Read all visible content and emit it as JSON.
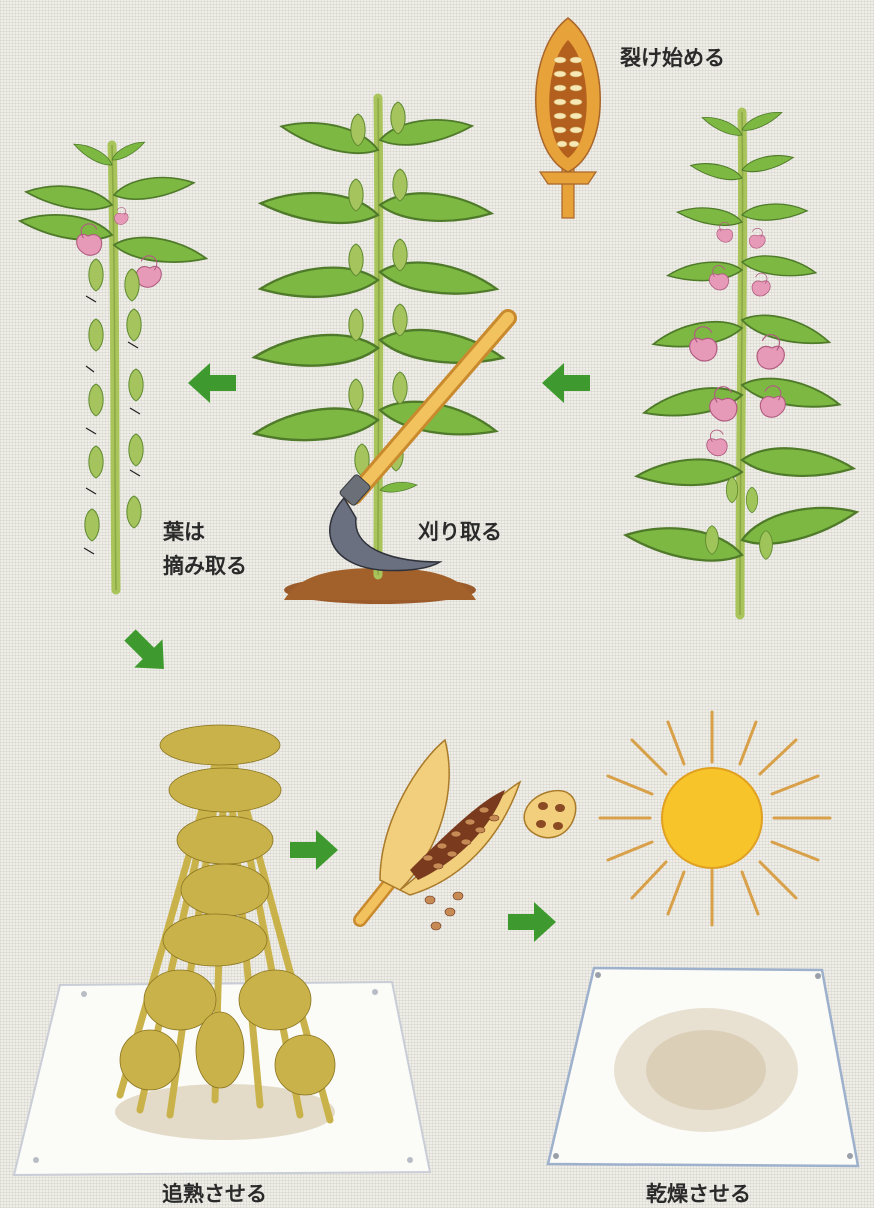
{
  "labels": {
    "pod_splitting": "裂け始める",
    "harvest": "刈り取る",
    "leaves_line1": "葉は",
    "leaves_line2": "摘み取る",
    "after_ripening": "追熟させる",
    "drying": "乾燥させる"
  },
  "colors": {
    "arrow": "#3e9a2e",
    "leaf": "#7db843",
    "stem": "#a8c45a",
    "flower": "#e79ab8",
    "pod_orange": "#e8a23a",
    "sun": "#f7c52a",
    "dry_bundle": "#c9b24a"
  },
  "icons": [
    "flowering-plant",
    "harvest-plant",
    "sickle",
    "pod-cross-section",
    "stripped-stalk",
    "drying-bundle",
    "split-pod",
    "sun",
    "tarp-with-seeds"
  ]
}
